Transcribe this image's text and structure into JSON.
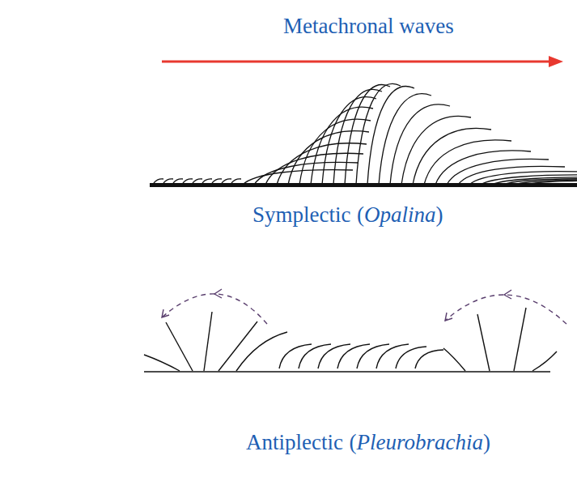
{
  "diagram": {
    "labels": [
      "Metachronal waves",
      "Symplectic",
      "(",
      "Opalina",
      ")",
      "Antiplectic",
      "(",
      "Pleurobrachia",
      ")"
    ]
  }
}
